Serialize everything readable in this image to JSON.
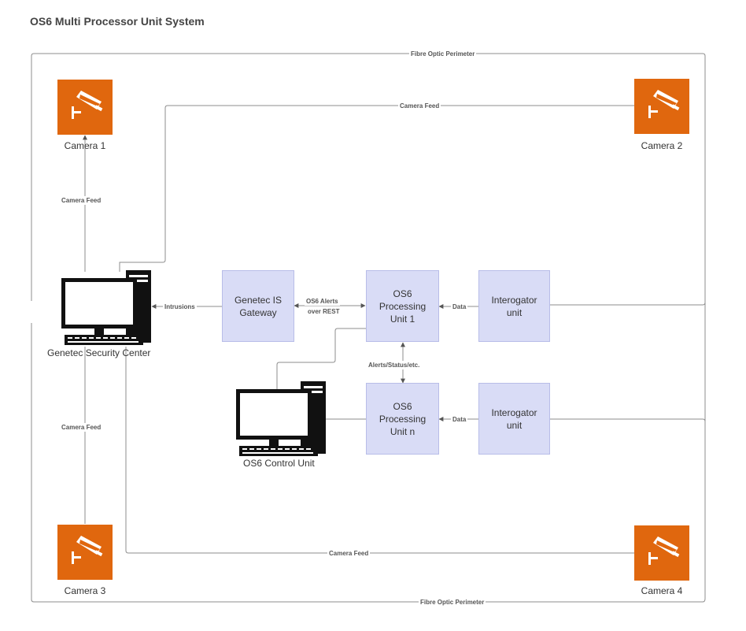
{
  "title": "OS6 Multi Processor Unit System",
  "colors": {
    "camera_tile": "#e0670e",
    "box_fill": "#d9dcf6",
    "line": "#8c8c8c"
  },
  "cameras": [
    {
      "label": "Camera 1",
      "icon": "cctv-camera-icon"
    },
    {
      "label": "Camera 2",
      "icon": "cctv-camera-icon"
    },
    {
      "label": "Camera 3",
      "icon": "cctv-camera-icon"
    },
    {
      "label": "Camera 4",
      "icon": "cctv-camera-icon"
    }
  ],
  "computers": {
    "security_center": {
      "label": "Genetec Security Center",
      "icon": "desktop-computer-icon"
    },
    "control_unit": {
      "label": "OS6 Control Unit",
      "icon": "desktop-computer-icon"
    }
  },
  "boxes": {
    "gateway": {
      "label_lines": [
        "Genetec IS",
        "Gateway"
      ]
    },
    "processing_1": {
      "label_lines": [
        "OS6",
        "Processing",
        "Unit 1"
      ]
    },
    "processing_n": {
      "label_lines": [
        "OS6",
        "Processing",
        "Unit n"
      ]
    },
    "interrogator_1": {
      "label_lines": [
        "Interogator",
        "unit"
      ]
    },
    "interrogator_2": {
      "label_lines": [
        "Interogator",
        "unit"
      ]
    }
  },
  "edge_labels": {
    "perimeter_top": "Fibre Optic Perimeter",
    "perimeter_bottom": "Fibre Optic Perimeter",
    "feed_camera2": "Camera Feed",
    "feed_camera1": "Camera Feed",
    "feed_camera3": "Camera Feed",
    "feed_camera4": "Camera Feed",
    "intrusions": "Intrusions",
    "alerts_rest_line1": "OS6 Alerts",
    "alerts_rest_line2": "over REST",
    "data_1": "Data",
    "data_2": "Data",
    "alerts_status": "Alerts/Status/etc."
  }
}
